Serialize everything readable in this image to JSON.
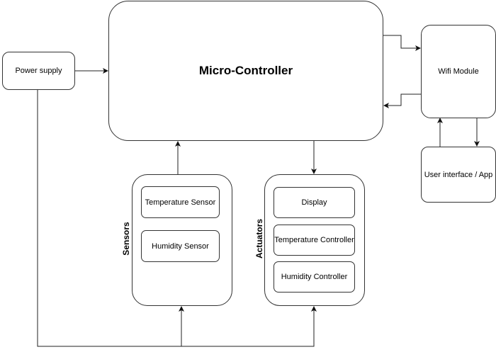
{
  "diagram": {
    "title": "Micro-Controller",
    "nodes": {
      "microcontroller": "Micro-Controller",
      "power_supply": "Power supply",
      "wifi_module": "Wifi Module",
      "user_interface": "User interface / App",
      "sensors_group": "Sensors",
      "actuators_group": "Actuators",
      "temperature_sensor": "Temperature Sensor",
      "humidity_sensor": "Humidity Sensor",
      "display": "Display",
      "temperature_controller": "Temperature Controller",
      "humidity_controller": "Humidity Controller"
    },
    "edges": [
      {
        "from": "Power supply",
        "to": "Micro-Controller"
      },
      {
        "from": "Micro-Controller",
        "to": "Wifi Module"
      },
      {
        "from": "Wifi Module",
        "to": "Micro-Controller"
      },
      {
        "from": "User interface / App",
        "to": "Wifi Module"
      },
      {
        "from": "Wifi Module",
        "to": "User interface / App"
      },
      {
        "from": "Sensors",
        "to": "Micro-Controller"
      },
      {
        "from": "Micro-Controller",
        "to": "Actuators"
      },
      {
        "from": "Power supply",
        "to": "Sensors"
      },
      {
        "from": "Power supply",
        "to": "Actuators"
      }
    ],
    "colors": {
      "stroke": "#333333",
      "background": "#ffffff",
      "text": "#000000"
    }
  }
}
